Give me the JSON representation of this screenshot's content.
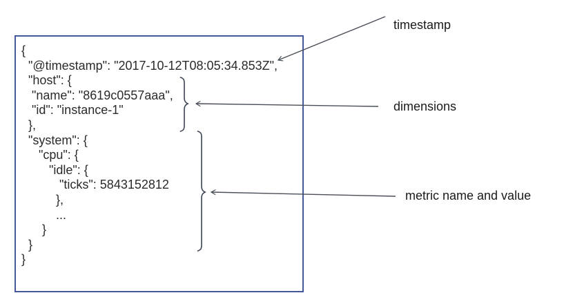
{
  "figure": {
    "background_color": "#ffffff",
    "box_border_color": "#44589c",
    "code_text_color": "#2b2b2b",
    "label_text_color": "#1a1a1a",
    "connector_color": "#484d56",
    "brace_color": "#3c4252"
  },
  "document": {
    "lines": [
      "{",
      "  \"@timestamp\": \"2017-10-12T08:05:34.853Z\",",
      "  \"host\": {",
      "   \"name\": \"8619c0557aaa\",",
      "   \"id\": \"instance-1\"",
      "  },",
      "  \"system\": {",
      "     \"cpu\": {",
      "        \"idle\": {",
      "           \"ticks\": 5843152812",
      "          },",
      "          ...",
      "      }",
      "  }",
      "}"
    ],
    "timestamp_value": "2017-10-12T08:05:34.853Z",
    "host_name": "8619c0557aaa",
    "host_id": "instance-1",
    "metric_name": "system.cpu.idle.ticks",
    "metric_value": 5843152812
  },
  "annotations": [
    {
      "label": "timestamp"
    },
    {
      "label": "dimensions"
    },
    {
      "label": "metric name and value"
    }
  ]
}
